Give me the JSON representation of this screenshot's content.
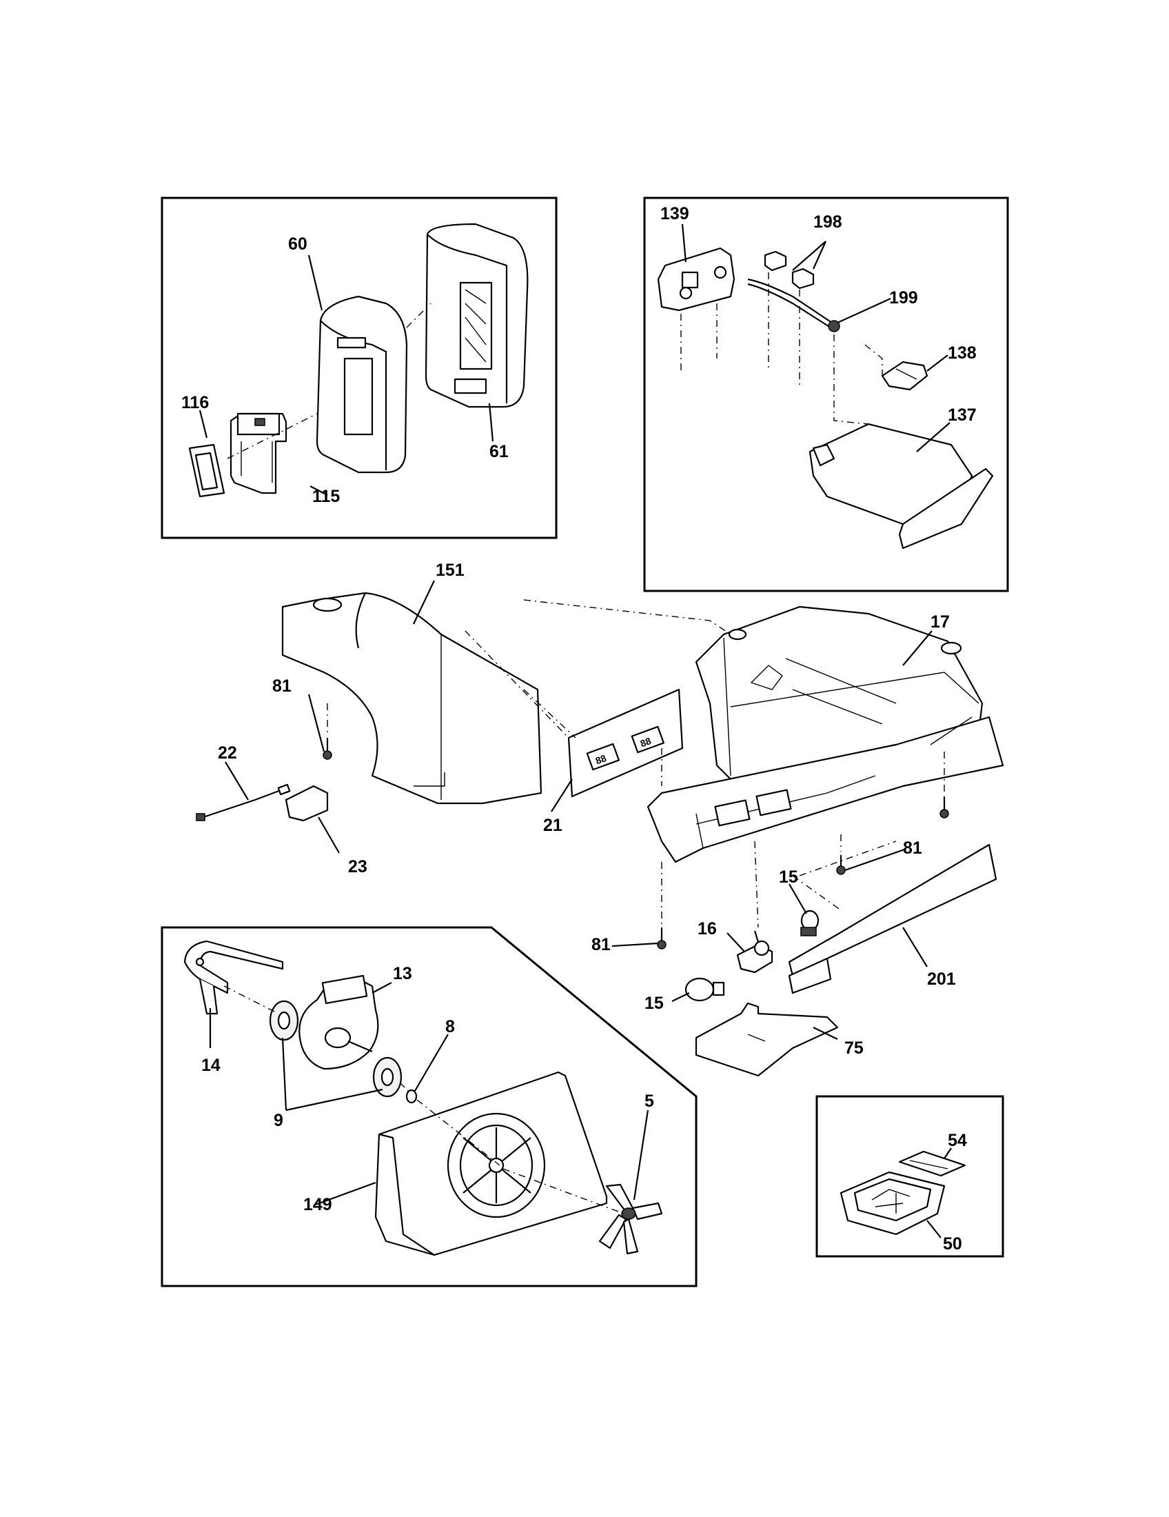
{
  "labels": {
    "p60": "60",
    "p61": "61",
    "p115": "115",
    "p116": "116",
    "p139": "139",
    "p198": "198",
    "p199": "199",
    "p138": "138",
    "p137": "137",
    "p151": "151",
    "p17": "17",
    "p81a": "81",
    "p81b": "81",
    "p81c": "81",
    "p22": "22",
    "p23": "23",
    "p21": "21",
    "p15a": "15",
    "p15b": "15",
    "p16": "16",
    "p201": "201",
    "p75": "75",
    "p13": "13",
    "p14": "14",
    "p8": "8",
    "p9": "9",
    "p5": "5",
    "p149": "149",
    "p54": "54",
    "p50": "50"
  },
  "display_text": {
    "d1": "88",
    "d2": "88"
  }
}
